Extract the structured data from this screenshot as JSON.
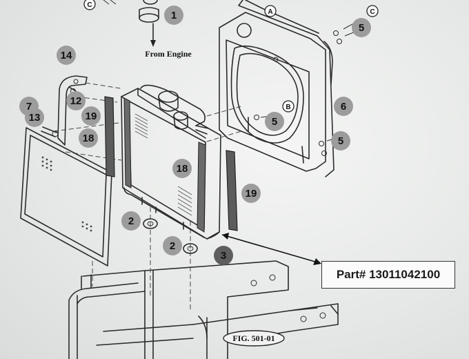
{
  "callouts": {
    "c1": "1",
    "c2a": "2",
    "c2b": "2",
    "c3": "3",
    "c5a": "5",
    "c5b": "5",
    "c5c": "5",
    "c6": "6",
    "c7": "7",
    "c13": "13",
    "c12": "12",
    "c14": "14",
    "c18a": "18",
    "c18b": "18",
    "c19a": "19",
    "c19b": "19"
  },
  "letters": {
    "a": "A",
    "b": "B",
    "c_top_left": "C",
    "c_top_right": "C"
  },
  "from_engine": "From Engine",
  "figure_label": "FIG. 501-01",
  "part_label": "Part# 13011042100"
}
